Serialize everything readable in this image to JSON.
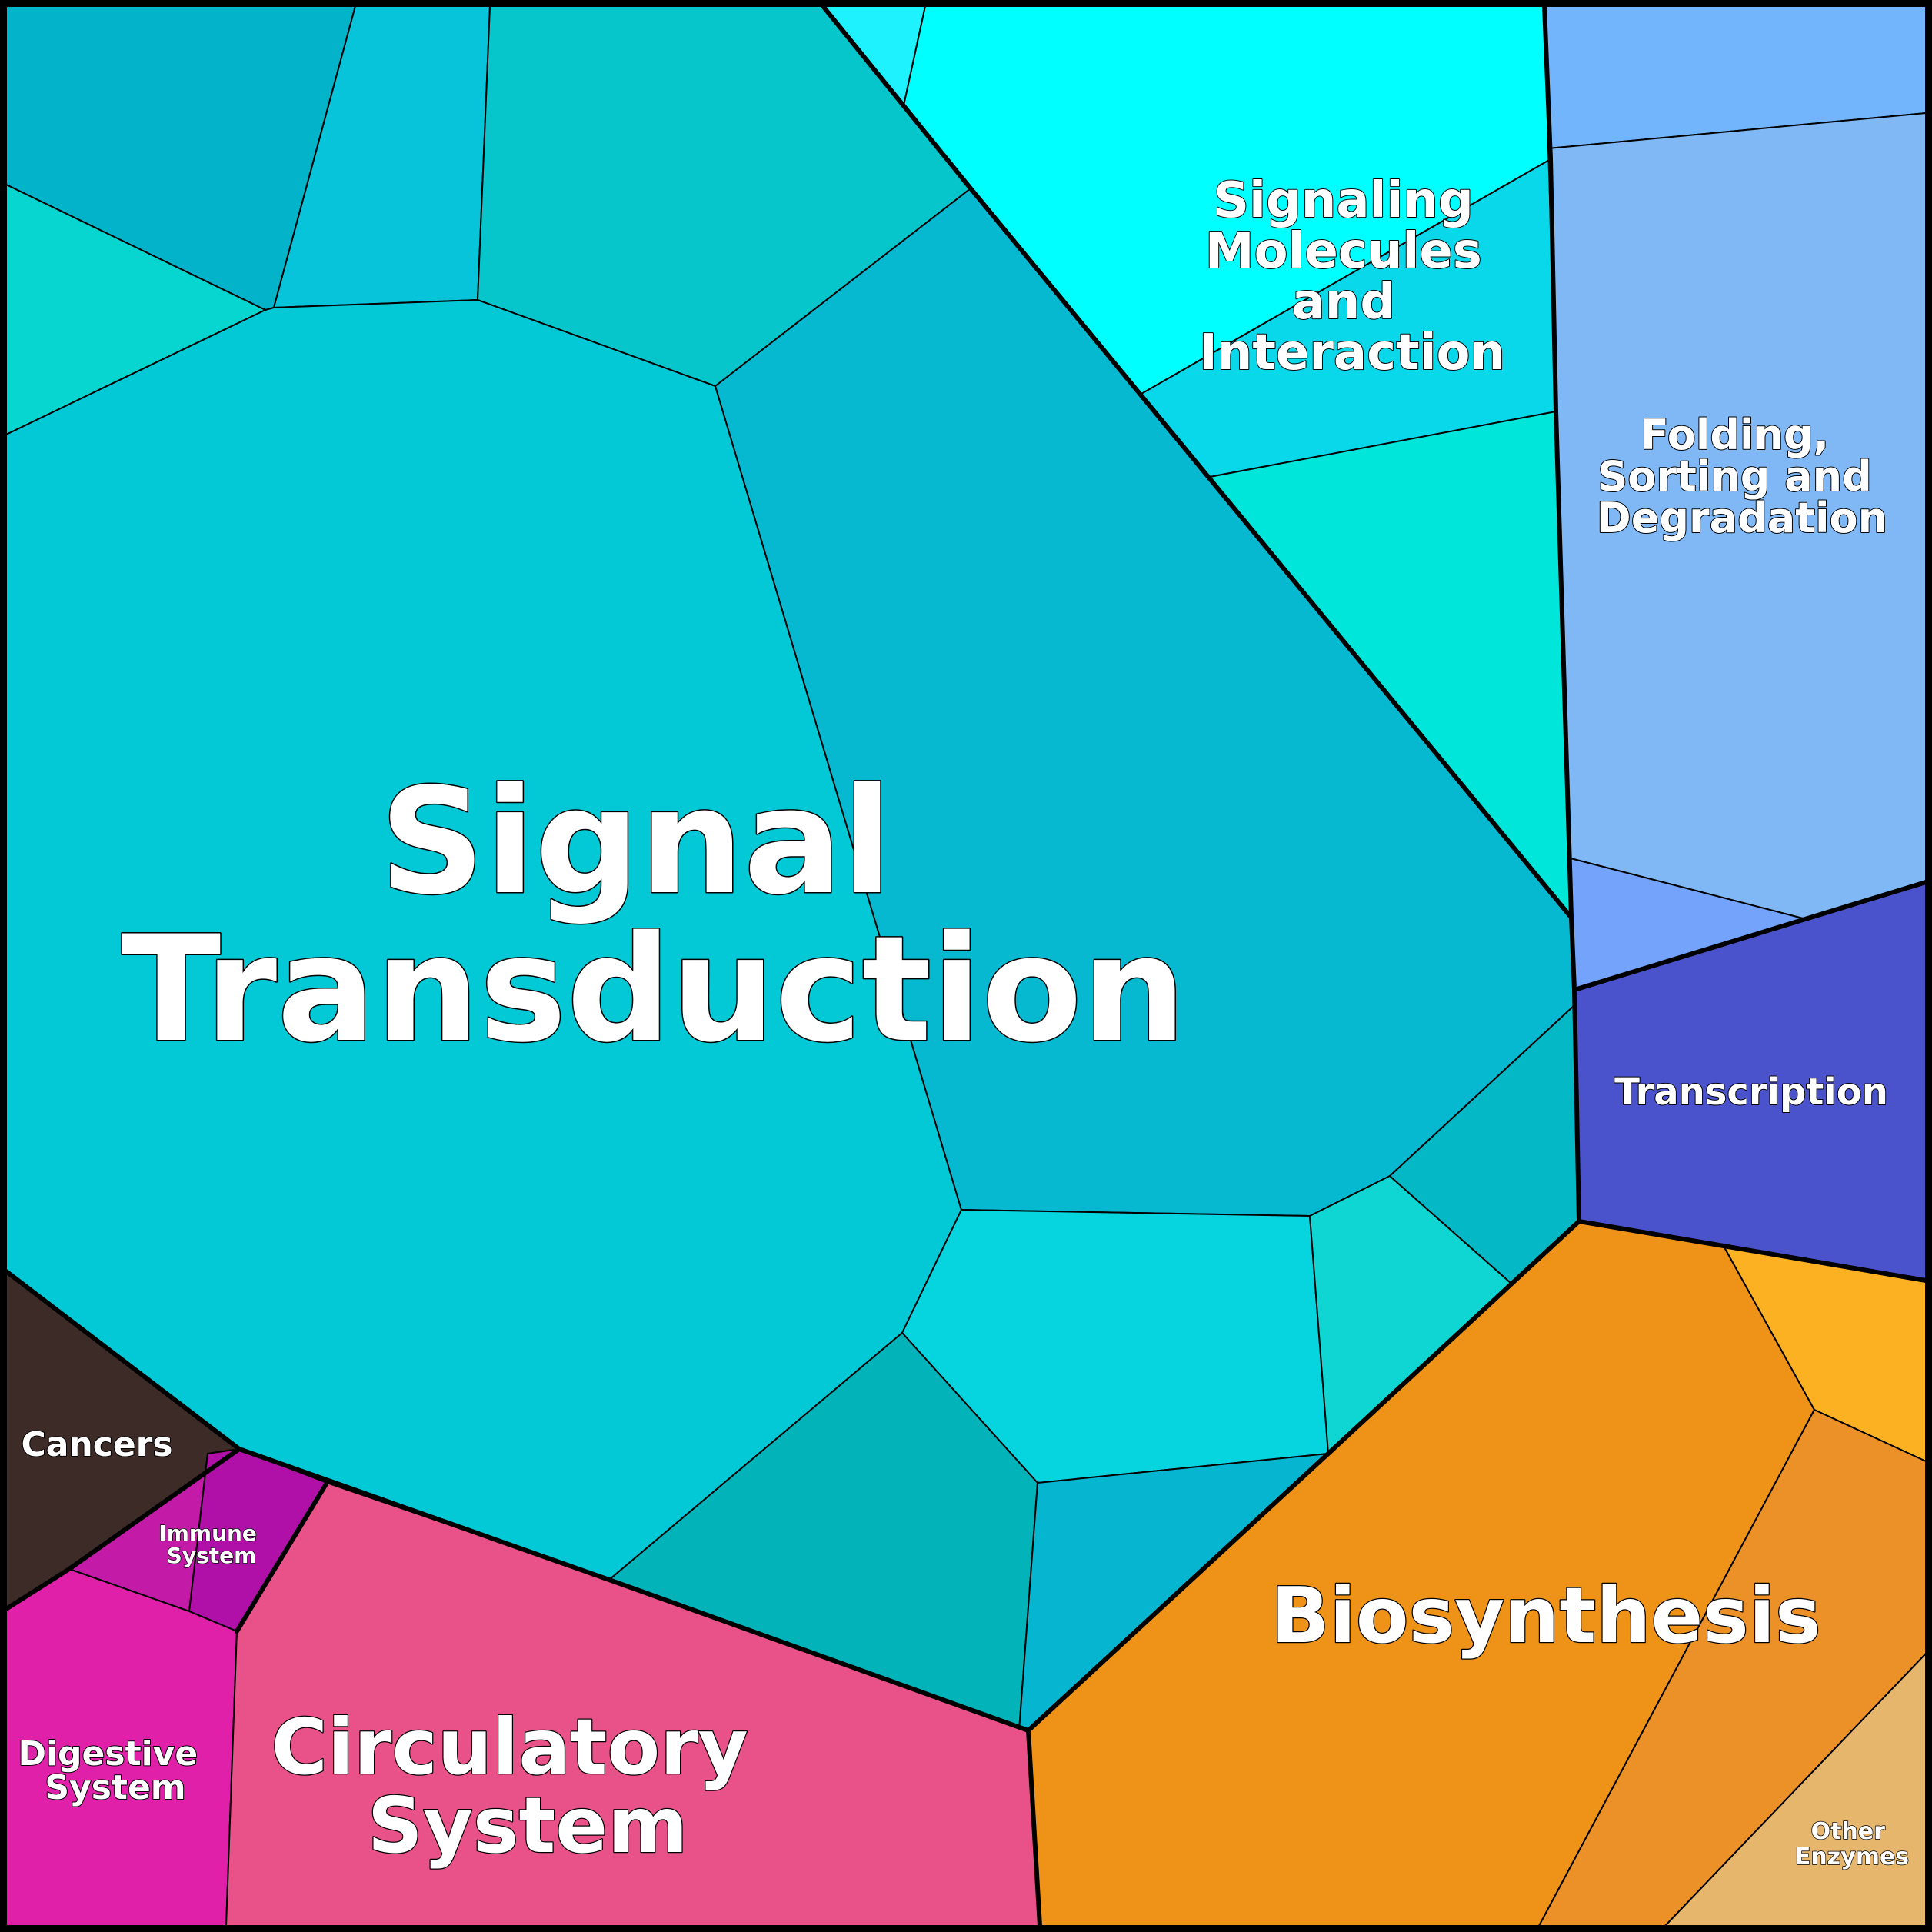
{
  "diagram": {
    "type": "voronoi-treemap",
    "labels": {
      "signal_transduction": [
        "Signal",
        "Transduction"
      ],
      "signaling_molecules": [
        "Signaling",
        "Molecules",
        "and",
        "Interaction"
      ],
      "folding": [
        "Folding,",
        "Sorting and",
        "Degradation"
      ],
      "transcription": [
        "Transcription"
      ],
      "cancers": [
        "Cancers"
      ],
      "immune_system": [
        "Immune",
        "System"
      ],
      "digestive_system": [
        "Digestive",
        "System"
      ],
      "circulatory_system": [
        "Circulatory",
        "System"
      ],
      "biosynthesis": [
        "Biosynthesis"
      ],
      "other_enzymes": [
        "Other",
        "Enzymes"
      ]
    },
    "colors": {
      "signal_transduction_main": "#03c8d6",
      "signal_transduction_right": "#07b9d0",
      "signaling_molecules": "#00ffff",
      "folding": "#7fb8f5",
      "transcription": "#4a52cc",
      "cancers": "#3d2b28",
      "immune_system": "#b010a8",
      "digestive_system": "#e020a8",
      "circulatory_system": "#e85288",
      "biosynthesis": "#ee9218",
      "other_enzymes": "#e5b66c",
      "border": "#000000"
    }
  }
}
